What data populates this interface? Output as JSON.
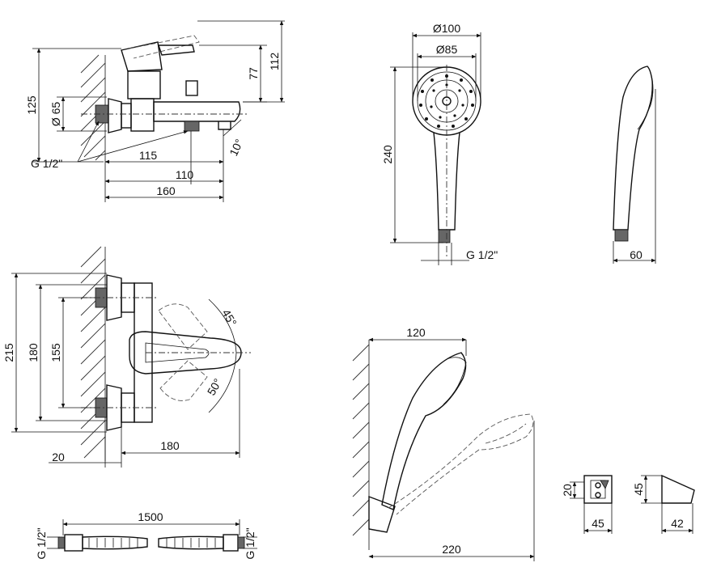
{
  "dimensions": {
    "side_125": "125",
    "side_d65": "Ø 65",
    "side_77": "77",
    "side_112": "112",
    "side_g12": "G 1/2\"",
    "side_115": "115",
    "side_10deg": "10°",
    "side_110": "110",
    "side_160": "160",
    "shower_d100": "Ø100",
    "shower_d85": "Ø85",
    "shower_240": "240",
    "shower_g12": "G 1/2\"",
    "shower_60": "60",
    "front_215": "215",
    "front_180v": "180",
    "front_155": "155",
    "front_45deg": "45°",
    "front_50deg": "50°",
    "front_20": "20",
    "front_180h": "180",
    "holder_120": "120",
    "holder_220": "220",
    "hose_1500": "1500",
    "hose_g12_left": "G 1/2\"",
    "hose_g12_right": "G 1/2\"",
    "bracket_20": "20",
    "bracket_45w": "45",
    "bracket_45h": "45",
    "bracket_42": "42"
  }
}
